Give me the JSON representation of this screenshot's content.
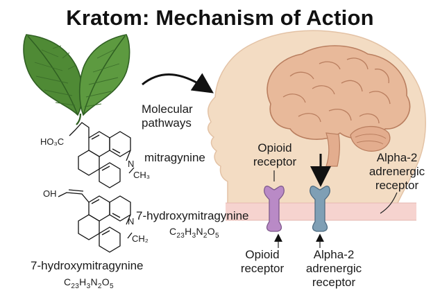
{
  "title": "Kratom: Mechanism of Action",
  "labels": {
    "molecular_pathways": [
      "Molecular",
      "pathways"
    ],
    "mitragynine": "mitragynine",
    "seven_oh_mid": "7-hydroxymitragynine",
    "seven_oh_bottom": "7-hydroxymitragynine",
    "opioid_top": [
      "Opioid",
      "receptor"
    ],
    "alpha2_right": [
      "Alpha-2",
      "adrenergic",
      "receptor"
    ],
    "opioid_bottom": [
      "Opioid",
      "receptor"
    ],
    "alpha2_bottom": [
      "Alpha-2",
      "adrenergic",
      "receptor"
    ]
  },
  "chem_labels": {
    "hooc": "HO₃C",
    "n1": "N",
    "ch3": "CH₃",
    "oh": "OH",
    "n2": "N",
    "ch2": "CH₂"
  },
  "formula_mid": [
    "C",
    "23",
    "H",
    "3",
    "N",
    "2",
    "O",
    "5"
  ],
  "formula_bottom": [
    "C",
    "23",
    "H",
    "3",
    "N",
    "2",
    "O",
    "5"
  ],
  "colors": {
    "leaf": "#4f8a35",
    "leaf_dark": "#2f5f22",
    "head": "#f3dcc3",
    "brain": "#e8b99a",
    "membrane": "#f6d3cf",
    "opioid_receptor": "#b98ac6",
    "alpha2_receptor": "#7f9fb5"
  }
}
